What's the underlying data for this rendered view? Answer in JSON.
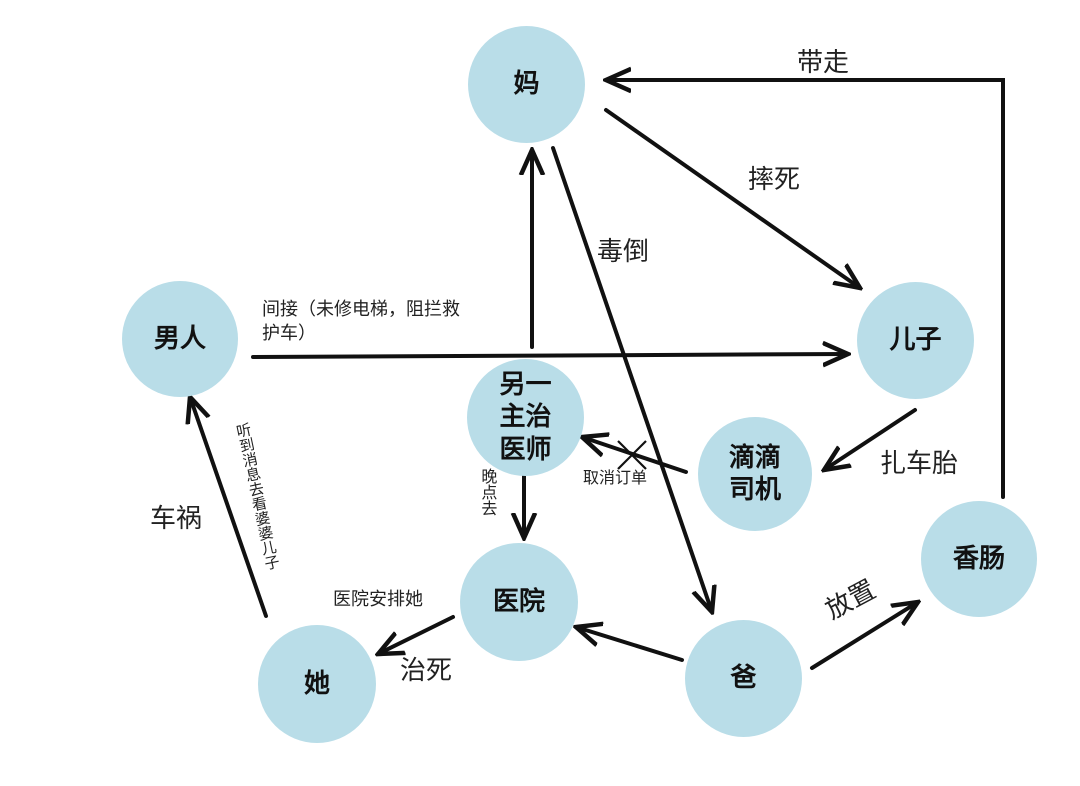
{
  "nodes": {
    "ma": "妈",
    "nanren": "男人",
    "erzi": "儿子",
    "zhuzhi": "另一\n主治\n医师",
    "didi": "滴滴\n司机",
    "xiangchang": "香肠",
    "yiyuan": "医院",
    "ta": "她",
    "ba": "爸"
  },
  "edges": {
    "daizou": "带走",
    "shuaisi": "摔死",
    "dudao": "毒倒",
    "jianjie": "间接（未修电梯，阻拦救\n护车）",
    "zhachetai": "扎车胎",
    "quxiaodingdan": "取消订单",
    "wandianqu": "晚点去",
    "fangzhi": "放置",
    "yiyuananpai": "医院安排她",
    "zhisi": "治死",
    "chehuo": "车祸",
    "tingdao": "听到消息去看婆婆儿子"
  },
  "colors": {
    "node_fill": "#b9dde8",
    "edge": "#111111",
    "text": "#222222"
  }
}
